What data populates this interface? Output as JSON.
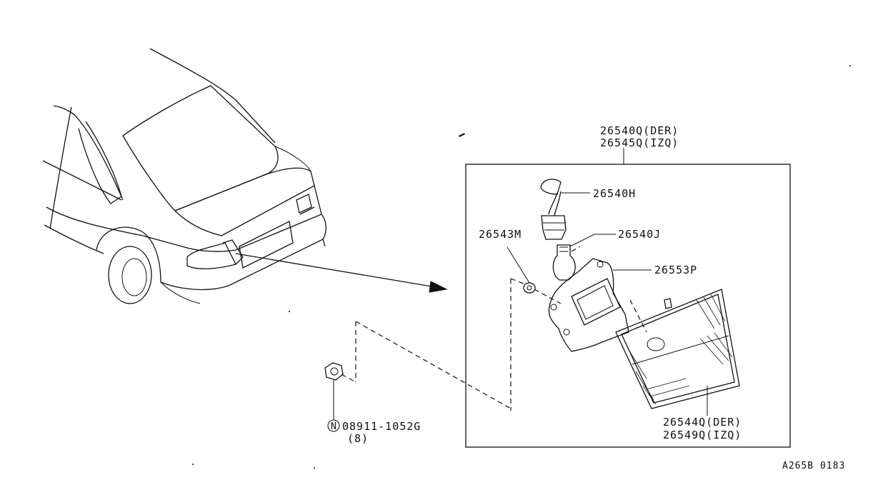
{
  "diagram": {
    "assembly_label_right": "26540Q(DER)",
    "assembly_label_left": "26545Q(IZQ)",
    "socket_label": "26540H",
    "bulb_label": "26540J",
    "grommet_label": "26543M",
    "bracket_label": "26553P",
    "lens_label_right": "26544Q(DER)",
    "lens_label_left": "26549Q(IZQ)",
    "nut_symbol": "N",
    "nut_label": "08911-1052G",
    "nut_qty": "(8)",
    "drawing_code": "A265B 0183"
  }
}
